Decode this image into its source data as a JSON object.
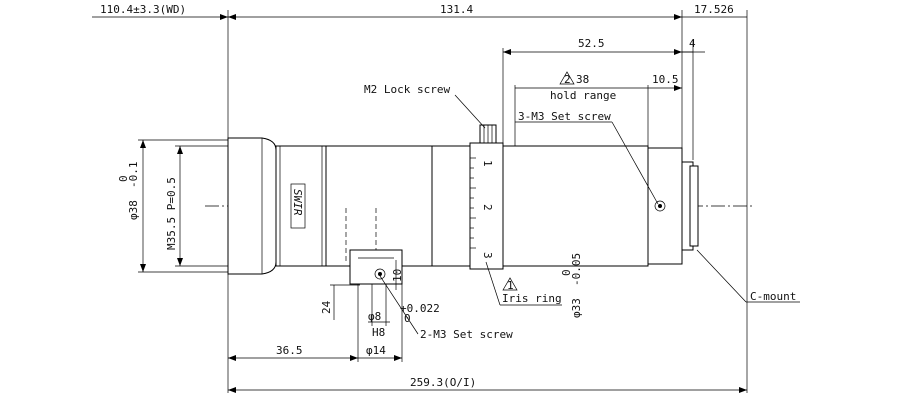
{
  "drawing": {
    "dimensions": {
      "working_distance": "110.4±3.3(WD)",
      "length_body": "131.4",
      "flange": "17.526",
      "dim_52_5": "52.5",
      "dim_4": "4",
      "hold_range_value": "38",
      "hold_range_label": "hold range",
      "dim_10_5": "10.5",
      "dia_38": "φ38",
      "tol_38_upper": "0",
      "tol_38_lower": "-0.1",
      "thread": "M35.5 P=0.5",
      "dim_24": "24",
      "dia_8": "φ8",
      "h8": "H8",
      "tol_8_upper": "+0.022",
      "tol_8_lower": "0",
      "dia_14": "φ14",
      "dim_10": "10",
      "dim_36_5": "36.5",
      "dia_33": "φ33",
      "tol_33_upper": "0",
      "tol_33_lower": "-0.05",
      "total_length": "259.3(O/I)"
    },
    "callouts": {
      "m2_lock_screw": "M2 Lock screw",
      "m3_set_screw_3": "3-M3 Set screw",
      "iris_ring": "Iris ring",
      "m3_set_screw_2": "2-M3 Set screw",
      "c_mount": "C-mount",
      "note_2": "2",
      "note_1": "1"
    },
    "marks": {
      "swir": "SWIR",
      "iris_scale": [
        "1",
        "2",
        "3"
      ]
    }
  }
}
